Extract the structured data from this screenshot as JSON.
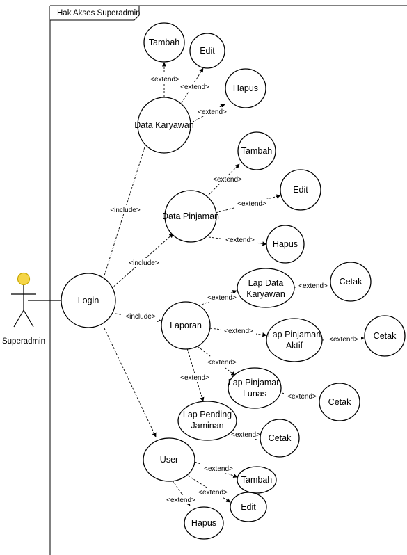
{
  "frame": {
    "title": "Hak Akses Superadmin"
  },
  "actor": {
    "name": "Superadmin"
  },
  "use_cases": {
    "login": "Login",
    "data_karyawan": "Data Karyawan",
    "dk_tambah": "Tambah",
    "dk_edit": "Edit",
    "dk_hapus": "Hapus",
    "data_pinjaman": "Data Pinjaman",
    "dp_tambah": "Tambah",
    "dp_edit": "Edit",
    "dp_hapus": "Hapus",
    "laporan": "Laporan",
    "lap_data_karyawan": [
      "Lap Data",
      "Karyawan"
    ],
    "cetak_1": "Cetak",
    "lap_pinjaman_aktif": [
      "Lap Pinjaman",
      "Aktif"
    ],
    "cetak_2": "Cetak",
    "lap_pinjaman_lunas": [
      "Lap Pinjaman",
      "Lunas"
    ],
    "cetak_3": "Cetak",
    "lap_pending_jaminan": [
      "Lap Pending",
      "Jaminan"
    ],
    "cetak_4": "Cetak",
    "user": "User",
    "u_tambah": "Tambah",
    "u_edit": "Edit",
    "u_hapus": "Hapus"
  },
  "relations": {
    "include": "<include>",
    "extend": "<extend>"
  },
  "colors": {
    "actor_head": "#f5d547",
    "actor_head_stroke": "#c9a800",
    "line": "#000000"
  }
}
